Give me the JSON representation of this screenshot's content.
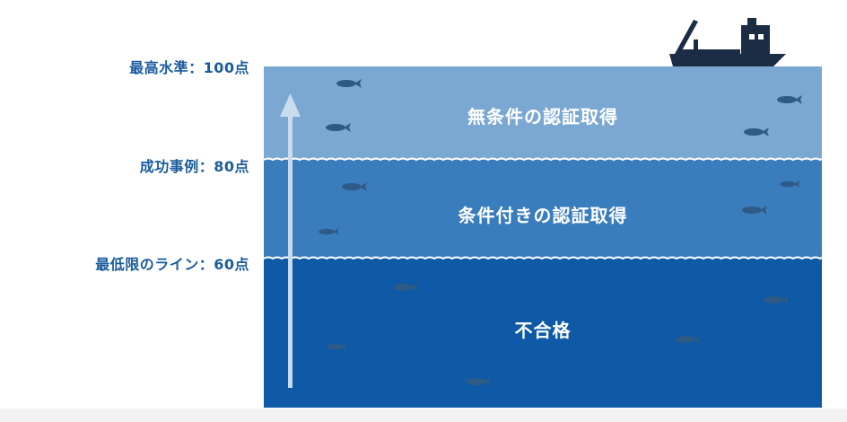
{
  "thresholds": {
    "top": "最高水準：100点",
    "middle": "成功事例：80点",
    "bottom": "最低限のライン：60点"
  },
  "bands": {
    "top": "無条件の認証取得",
    "middle": "条件付きの認証取得",
    "bottom": "不合格"
  },
  "colors": {
    "band_top": "#7aa8d2",
    "band_middle": "#3a7dbd",
    "band_bottom": "#0e5aa6",
    "fish": "#2f5a86",
    "ship": "#1b2d45",
    "arrow": "#c9dced",
    "label_text": "#1a5c9c"
  },
  "icons": {
    "ship": "fishing-boat-icon",
    "fish": "fish-icon",
    "arrow": "up-arrow-icon"
  }
}
